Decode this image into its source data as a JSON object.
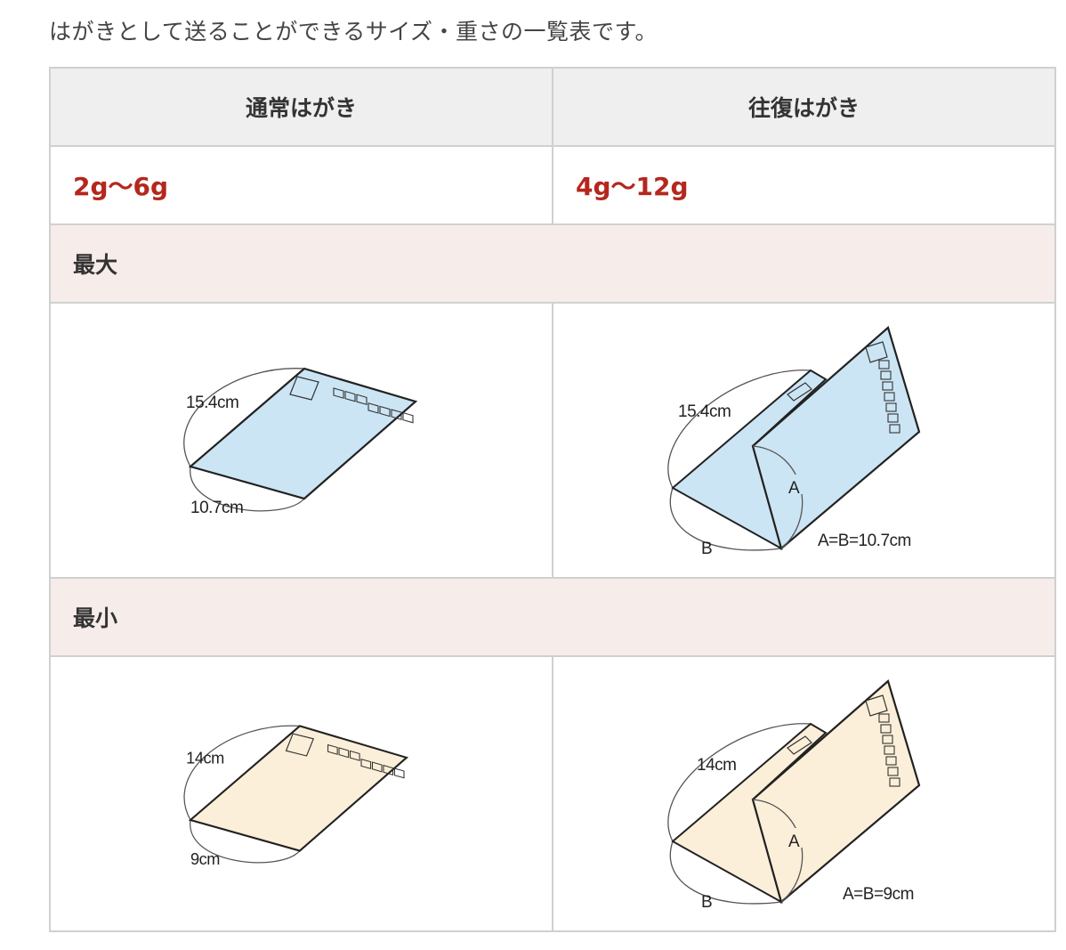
{
  "intro": "はがきとして送ることができるサイズ・重さの一覧表です。",
  "table": {
    "headers": [
      "通常はがき",
      "往復はがき"
    ],
    "weights": [
      "2g〜6g",
      "4g〜12g"
    ],
    "sections": [
      {
        "label": "最大",
        "normal": {
          "fill": "#cce5f4",
          "long_label": "15.4cm",
          "short_label": "10.7cm"
        },
        "reply": {
          "fill": "#cce5f4",
          "long_label": "15.4cm",
          "a_label": "A",
          "b_label": "B",
          "eq_label": "A=B=10.7cm"
        }
      },
      {
        "label": "最小",
        "normal": {
          "fill": "#fcefd9",
          "long_label": "14cm",
          "short_label": "9cm"
        },
        "reply": {
          "fill": "#fcefd9",
          "long_label": "14cm",
          "a_label": "A",
          "b_label": "B",
          "eq_label": "A=B=9cm"
        }
      }
    ]
  }
}
